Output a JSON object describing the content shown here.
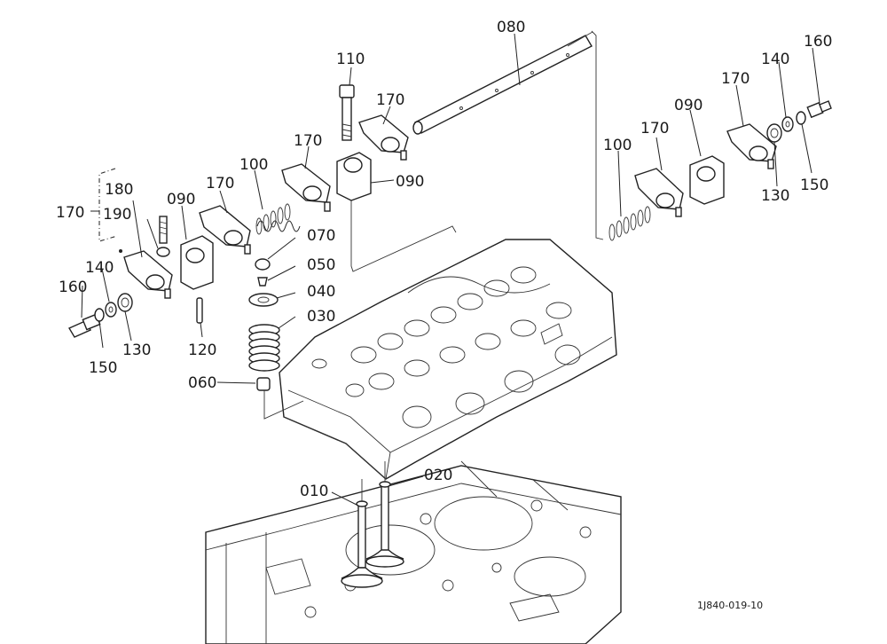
{
  "callouts": {
    "c080": "080",
    "c110": "110",
    "c170_top": "170",
    "c170_mid": "170",
    "c090_mid": "090",
    "c100_mid": "100",
    "c170_left": "170",
    "c090_left": "090",
    "c180": "180",
    "c190": "190",
    "c170_bracket": "170",
    "c070": "070",
    "c050": "050",
    "c040": "040",
    "c030": "030",
    "c060": "060",
    "c140_left": "140",
    "c160_left": "160",
    "c150_left": "150",
    "c130_left": "130",
    "c120": "120",
    "c160_right": "160",
    "c140_right": "140",
    "c170_right_top": "170",
    "c090_right": "090",
    "c170_right": "170",
    "c100_right": "100",
    "c130_right": "130",
    "c150_right": "150",
    "c010": "010",
    "c020": "020"
  },
  "figure_code": "1J840-019-10"
}
